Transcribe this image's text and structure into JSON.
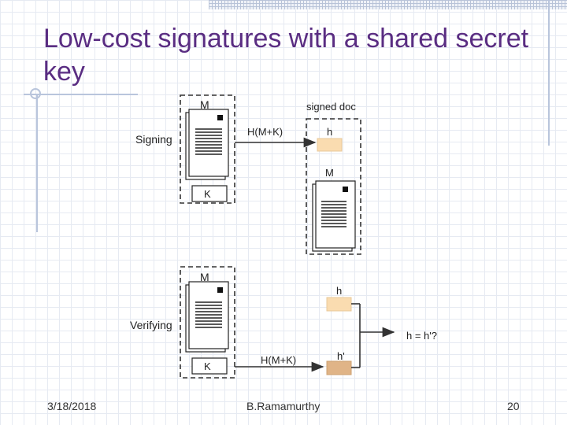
{
  "slide": {
    "title": "Low-cost signatures with a shared secret key",
    "date": "3/18/2018",
    "author": "B.Ramamurthy",
    "page_number": "20"
  },
  "diagram": {
    "signing": {
      "row_label": "Signing",
      "doc_label": "M",
      "key_label": "K",
      "arrow_label": "H(M+K)",
      "output_title": "signed doc",
      "hash_label": "h",
      "signed_doc_label": "M"
    },
    "verifying": {
      "row_label": "Verifying",
      "doc_label": "M",
      "key_label": "K",
      "hash_given_label": "h",
      "arrow_label": "H(M+K)",
      "hash_computed_label": "h'",
      "compare_label": "h = h'?"
    },
    "colors": {
      "title": "#5a2d82",
      "hash_box": "#fadcb0",
      "hash_box_computed": "#e0b487",
      "stroke": "#333333"
    }
  }
}
